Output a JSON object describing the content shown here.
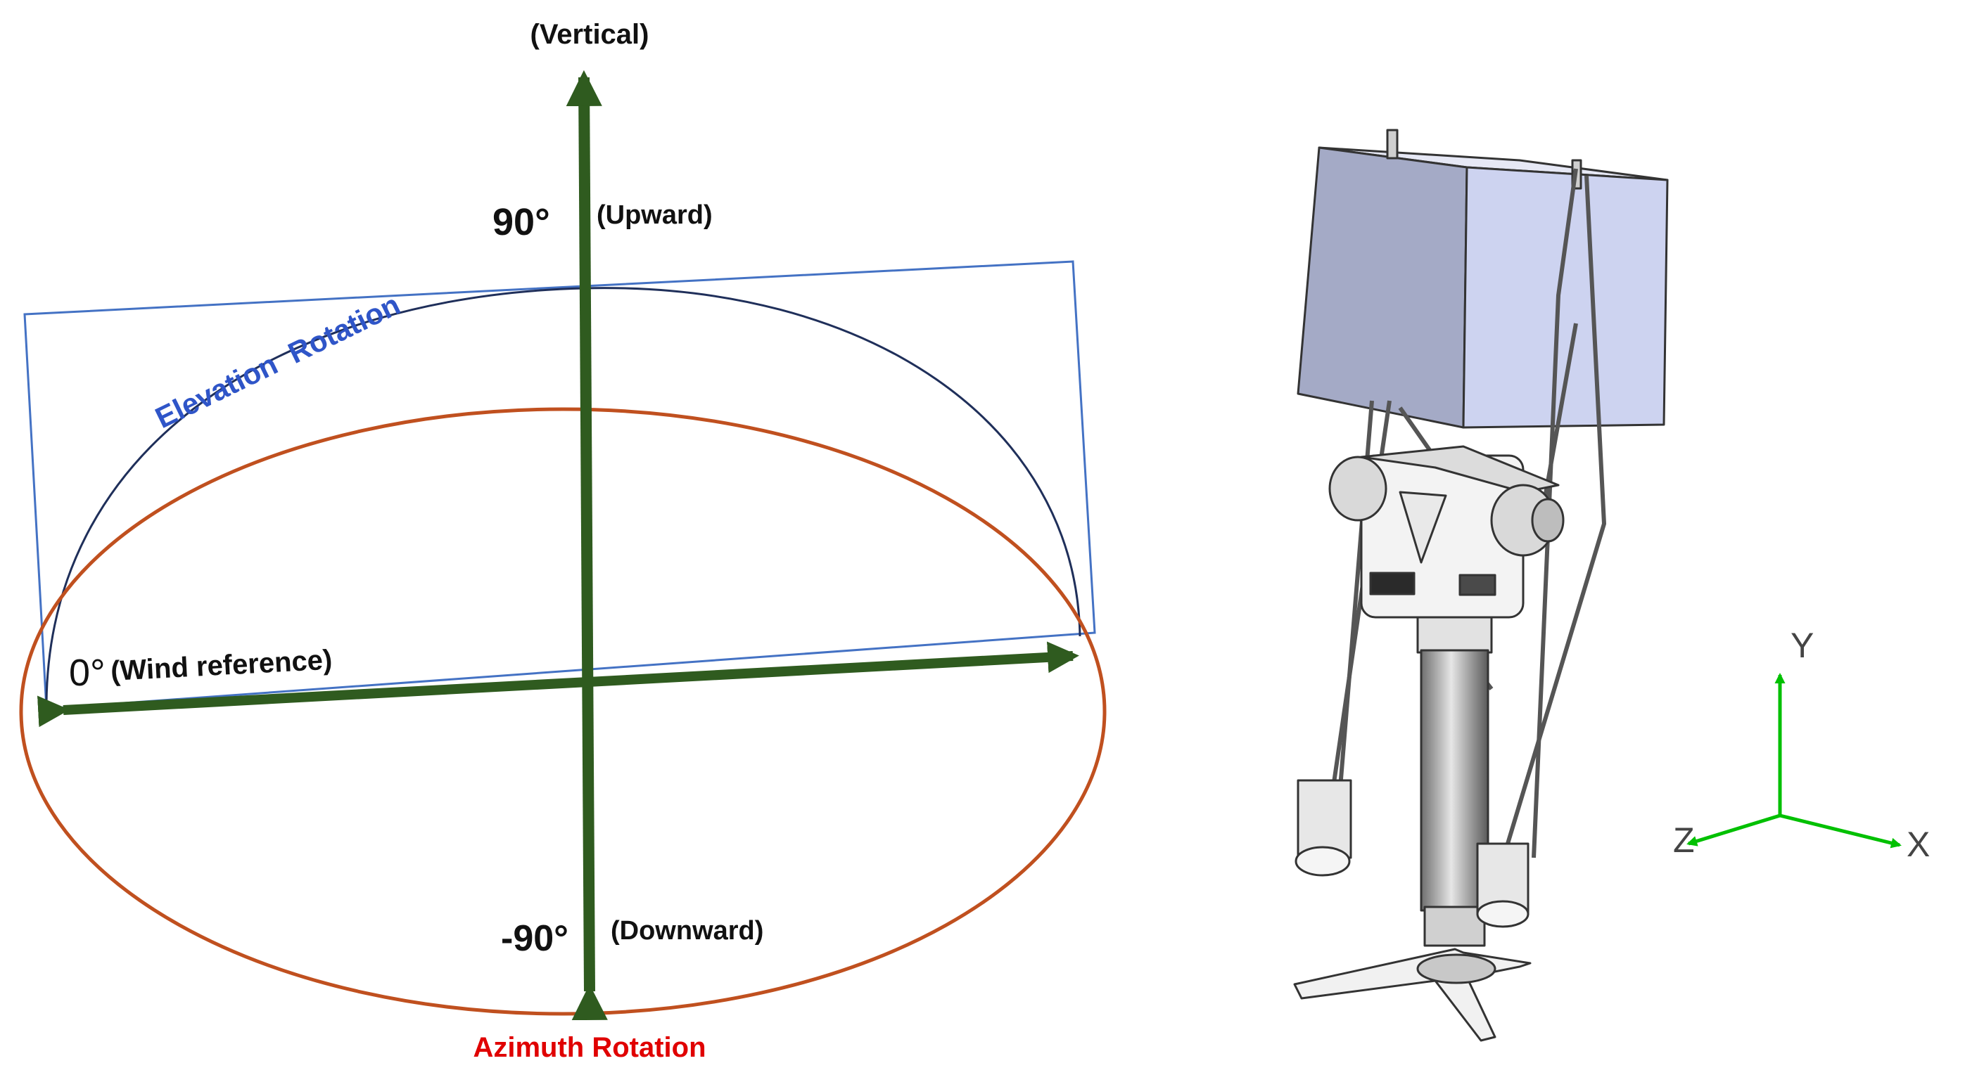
{
  "diagram": {
    "labels": {
      "vertical": "(Vertical)",
      "upward_angle": "90°",
      "upward": "(Upward)",
      "elevation": "Elevation  Rotation",
      "zero_ref": "0°",
      "wind_reference": "(Wind reference)",
      "downward_angle": "-90°",
      "downward": "(Downward)",
      "azimuth": "Azimuth Rotation"
    },
    "axes": {
      "y": "Y",
      "x": "X",
      "z": "Z"
    },
    "colors": {
      "axis_arrows": "#2f5b1f",
      "elevation_plane": "#4472c4",
      "elevation_arc": "#1f2f5a",
      "azimuth_ellipse": "#c0501f",
      "azimuth_label": "#e00000",
      "elevation_label": "#2f55c8",
      "triad": "#00c000",
      "device_box": "#c4cbe8",
      "device_metal": "#d8d8d8"
    }
  }
}
